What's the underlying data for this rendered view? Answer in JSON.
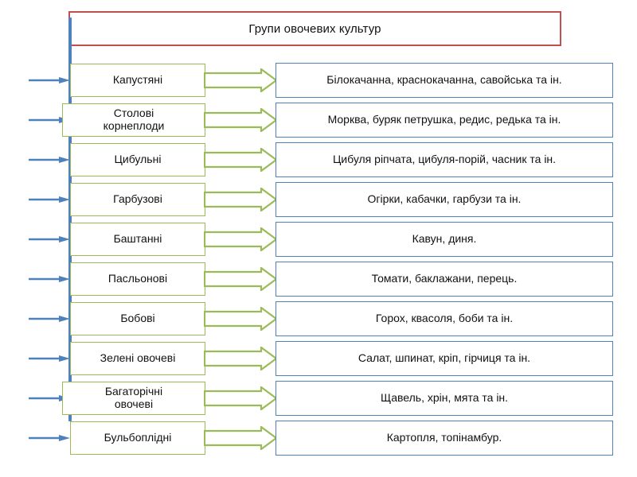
{
  "diagram": {
    "title": "Групи овочевих культур",
    "colors": {
      "title_border": "#C0504D",
      "spine": "#4F81BD",
      "category_border": "#9BBB59",
      "description_border": "#4F81BD",
      "left_arrow": "#4F81BD",
      "connector_arrow": "#9BBB59",
      "background": "#FFFFFF",
      "text": "#111111"
    },
    "rows": [
      {
        "category": "Капустяні",
        "description": "Білокачанна, краснокачанна, савойська та ін.",
        "two_line_category": false
      },
      {
        "category": "Столові\nкорнеплоди",
        "description": "Морква, буряк петрушка, редис, редька та ін.",
        "two_line_category": true
      },
      {
        "category": "Цибульні",
        "description": "Цибуля ріпчата, цибуля-порій, часник та ін.",
        "two_line_category": false
      },
      {
        "category": "Гарбузові",
        "description": "Огірки, кабачки, гарбузи та ін.",
        "two_line_category": false
      },
      {
        "category": "Баштанні",
        "description": "Кавун, диня.",
        "two_line_category": false
      },
      {
        "category": "Пасльонові",
        "description": "Томати, баклажани, перець.",
        "two_line_category": false
      },
      {
        "category": "Бобові",
        "description": "Горох, квасоля, боби та ін.",
        "two_line_category": false
      },
      {
        "category": "Зелені овочеві",
        "description": "Салат, шпинат, кріп, гірчиця та ін.",
        "two_line_category": false
      },
      {
        "category": "Багаторічні\nовочеві",
        "description": "Щавель, хрін, мята та ін.",
        "two_line_category": true
      },
      {
        "category": "Бульбоплідні",
        "description": "Картопля, топінамбур.",
        "two_line_category": false
      }
    ]
  }
}
